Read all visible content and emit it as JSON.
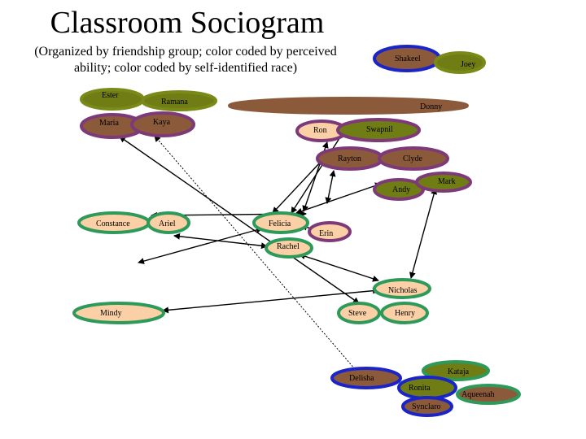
{
  "title": "Classroom Sociogram",
  "subtitle_line1": "(Organized by friendship group; color coded by perceived",
  "subtitle_line2": "ability; color coded by self-identified race)",
  "colors": {
    "fill_olive": "#6f7d14",
    "fill_brown": "#8b5a3a",
    "fill_peach": "#fbd0a6",
    "border_green": "#2e9a5a",
    "border_purple": "#7e3a78",
    "border_blue": "#1a24c8",
    "border_olive": "#7a8a18",
    "border_brown": "#8b5a3a",
    "arrow": "#000000"
  },
  "students": [
    {
      "id": "ester",
      "label": "Ester",
      "fill": "fill_olive",
      "border": "border_olive"
    },
    {
      "id": "ramana",
      "label": "Ramana",
      "fill": "fill_olive",
      "border": "border_olive"
    },
    {
      "id": "maria",
      "label": "Maria",
      "fill": "fill_brown",
      "border": "border_purple"
    },
    {
      "id": "kaya",
      "label": "Kaya",
      "fill": "fill_brown",
      "border": "border_purple"
    },
    {
      "id": "shakeel",
      "label": "Shakeel",
      "fill": "fill_brown",
      "border": "border_blue"
    },
    {
      "id": "joey",
      "label": "Joey",
      "fill": "fill_olive",
      "border": "border_olive"
    },
    {
      "id": "donny",
      "label": "Donny",
      "fill": "fill_brown",
      "border": "border_brown"
    },
    {
      "id": "ron",
      "label": "Ron",
      "fill": "fill_peach",
      "border": "border_purple"
    },
    {
      "id": "swapnil",
      "label": "Swapnil",
      "fill": "fill_olive",
      "border": "border_purple"
    },
    {
      "id": "rayton",
      "label": "Rayton",
      "fill": "fill_brown",
      "border": "border_purple"
    },
    {
      "id": "clyde",
      "label": "Clyde",
      "fill": "fill_brown",
      "border": "border_purple"
    },
    {
      "id": "andy",
      "label": "Andy",
      "fill": "fill_olive",
      "border": "border_purple"
    },
    {
      "id": "mark",
      "label": "Mark",
      "fill": "fill_olive",
      "border": "border_purple"
    },
    {
      "id": "constance",
      "label": "Constance",
      "fill": "fill_peach",
      "border": "border_green"
    },
    {
      "id": "ariel",
      "label": "Ariel",
      "fill": "fill_peach",
      "border": "border_green"
    },
    {
      "id": "felicia",
      "label": "Felicia",
      "fill": "fill_peach",
      "border": "border_green"
    },
    {
      "id": "erin",
      "label": "Erin",
      "fill": "fill_peach",
      "border": "border_purple"
    },
    {
      "id": "rachel",
      "label": "Rachel",
      "fill": "fill_peach",
      "border": "border_green"
    },
    {
      "id": "nicholas",
      "label": "Nicholas",
      "fill": "fill_peach",
      "border": "border_green"
    },
    {
      "id": "mindy",
      "label": "Mindy",
      "fill": "fill_peach",
      "border": "border_green"
    },
    {
      "id": "steve",
      "label": "Steve",
      "fill": "fill_peach",
      "border": "border_green"
    },
    {
      "id": "henry",
      "label": "Henry",
      "fill": "fill_peach",
      "border": "border_green"
    },
    {
      "id": "delisha",
      "label": "Delisha",
      "fill": "fill_brown",
      "border": "border_blue"
    },
    {
      "id": "kataja",
      "label": "Kataja",
      "fill": "fill_olive",
      "border": "border_green"
    },
    {
      "id": "ronita",
      "label": "Ronita",
      "fill": "fill_olive",
      "border": "border_blue"
    },
    {
      "id": "aqueenah",
      "label": "Aqueenah",
      "fill": "fill_brown",
      "border": "border_green"
    },
    {
      "id": "synclaro",
      "label": "Synclaro",
      "fill": "fill_brown",
      "border": "border_blue"
    }
  ],
  "relationships": [
    {
      "from": "maria",
      "to": "steve"
    },
    {
      "from": "felicia",
      "to": "erin"
    },
    {
      "from": "ron",
      "to": "ariel"
    },
    {
      "from": "constance",
      "to": "felicia"
    },
    {
      "from": "ariel",
      "to": "rachel"
    },
    {
      "from": "rayton",
      "to": "felicia"
    },
    {
      "from": "ron",
      "to": "rayton"
    },
    {
      "from": "swapnil",
      "to": "felicia"
    },
    {
      "from": "andy",
      "to": "felicia"
    },
    {
      "from": "clyde",
      "to": "rayton"
    },
    {
      "from": "mark",
      "to": "nicholas"
    },
    {
      "from": "rachel",
      "to": "nicholas"
    },
    {
      "from": "mindy",
      "to": "nicholas"
    }
  ],
  "dotted_relationships": [
    {
      "from": "kaya",
      "to": "delisha"
    }
  ]
}
